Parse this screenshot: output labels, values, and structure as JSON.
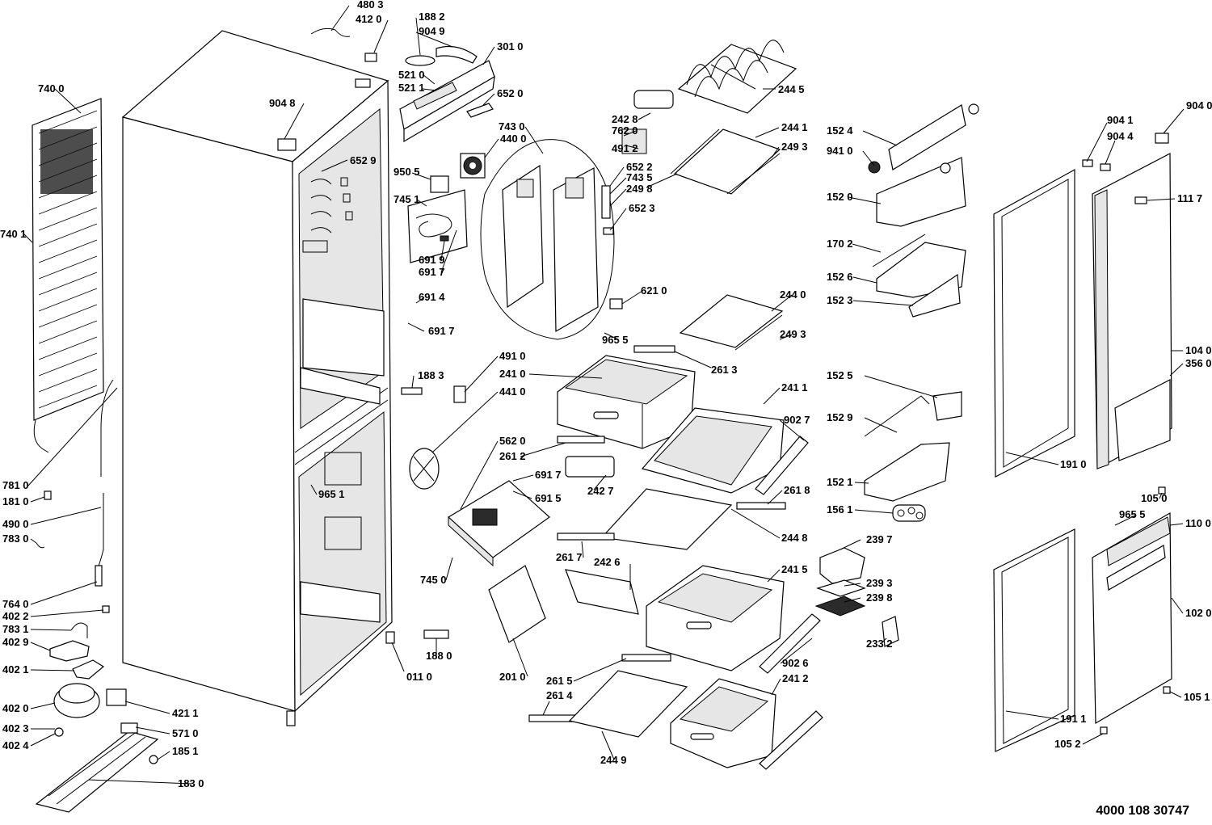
{
  "document_number": "4000 108 30747",
  "labels": {
    "l4803": "480 3",
    "l4120": "412 0",
    "l1882": "188 2",
    "l9049": "904 9",
    "l3010": "301 0",
    "l7400": "740 0",
    "l5210": "521 0",
    "l5211": "521 1",
    "l6520": "652 0",
    "l9048": "904 8",
    "l2428": "242 8",
    "l2445": "244 5",
    "l7620": "762 0",
    "l7430": "743 0",
    "l4400": "440 0",
    "l4912": "491 2",
    "l2441": "244 1",
    "l2493a": "249 3",
    "l6529": "652 9",
    "l9505": "950 5",
    "l6522": "652 2",
    "l7435": "743 5",
    "l2498": "249 8",
    "l7451": "745 1",
    "l6523": "652 3",
    "l7401": "740 1",
    "l6919": "691 9",
    "l6917a": "691 7",
    "l6914": "691 4",
    "l6917b": "691 7",
    "l6210": "621 0",
    "l2440": "244 0",
    "l2493b": "249 3",
    "l9655a": "965 5",
    "l2613": "261 3",
    "l4910": "491 0",
    "l2410": "241 0",
    "l1883": "188 3",
    "l4410": "441 0",
    "l2411": "241 1",
    "l9027": "902 7",
    "l5620": "562 0",
    "l2612": "261 2",
    "l6917c": "691 7",
    "l2427": "242 7",
    "l6915": "691 5",
    "l2618": "261 8",
    "l9651": "965 1",
    "l7810": "781 0",
    "l1810": "181 0",
    "l4900": "490 0",
    "l7830": "783 0",
    "l2448": "244 8",
    "l2617": "261 7",
    "l2426": "242 6",
    "l7450": "745 0",
    "l2415": "241 5",
    "l7640": "764 0",
    "l4022": "402 2",
    "l7831": "783 1",
    "l4029": "402 9",
    "l4021": "402 1",
    "l1880": "188 0",
    "l0110": "011 0",
    "l2010": "201 0",
    "l2615": "261 5",
    "l2614": "261 4",
    "l9026": "902 6",
    "l2412": "241 2",
    "l4020": "402 0",
    "l4211": "421 1",
    "l4023": "402 3",
    "l5710": "571 0",
    "l4024": "402 4",
    "l1851": "185 1",
    "l1830": "183 0",
    "l2449": "244 9",
    "l1524": "152 4",
    "l9410": "941 0",
    "l1520": "152 0",
    "l1702": "170 2",
    "l1526": "152 6",
    "l1523": "152 3",
    "l1525": "152 5",
    "l1529": "152 9",
    "l1521": "152 1",
    "l1561": "156 1",
    "l2397": "239 7",
    "l2393": "239 3",
    "l2398": "239 8",
    "l2332": "233 2",
    "l9041": "904 1",
    "l9044": "904 4",
    "l9040": "904 0",
    "l1117": "111 7",
    "l1040": "104 0",
    "l3560": "356 0",
    "l1910": "191 0",
    "l1050": "105 0",
    "l9655b": "965 5",
    "l1100": "110 0",
    "l1020": "102 0",
    "l1051": "105 1",
    "l1911": "191 1",
    "l1052": "105 2"
  }
}
